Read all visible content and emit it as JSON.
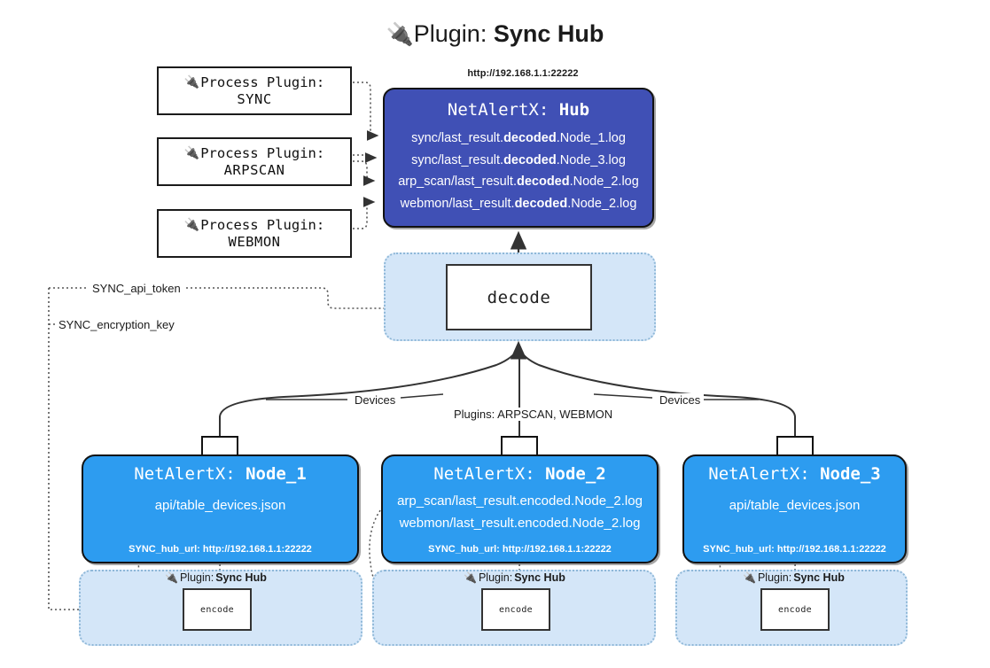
{
  "title": {
    "icon": "plug-icon",
    "lead": "Plugin: ",
    "strong": "Sync Hub"
  },
  "process_plugins": [
    {
      "icon": "plug-icon",
      "line1": "Process Plugin:",
      "line2": "SYNC"
    },
    {
      "icon": "plug-icon",
      "line1": "Process Plugin:",
      "line2": "ARPSCAN"
    },
    {
      "icon": "plug-icon",
      "line1": "Process Plugin:",
      "line2": "WEBMON"
    }
  ],
  "hub": {
    "url": "http://192.168.1.1:22222",
    "prefix": "NetAlertX: ",
    "name": "Hub",
    "rows": [
      {
        "pre": "sync/last_result.",
        "mid": "decoded",
        "post": ".Node_1.log"
      },
      {
        "pre": "sync/last_result.",
        "mid": "decoded",
        "post": ".Node_3.log"
      },
      {
        "pre": "arp_scan/last_result.",
        "mid": "decoded",
        "post": ".Node_2.log"
      },
      {
        "pre": "webmon/last_result.",
        "mid": "decoded",
        "post": ".Node_2.log"
      }
    ]
  },
  "decode": {
    "label": "decode"
  },
  "edge_labels": {
    "devices_left": "Devices",
    "devices_right": "Devices",
    "plugins": "Plugins: ARPSCAN, WEBMON",
    "api_token": "SYNC_api_token",
    "encryption_key": "SYNC_encryption_key"
  },
  "nodes": [
    {
      "prefix": "NetAlertX: ",
      "name": "Node_1",
      "lines": [
        "api/table_devices.json"
      ],
      "footer": "SYNC_hub_url: http://192.168.1.1:22222",
      "mail_icon": "envelope-icon"
    },
    {
      "prefix": "NetAlertX: ",
      "name": "Node_2",
      "lines": [
        "arp_scan/last_result.encoded.Node_2.log",
        "webmon/last_result.encoded.Node_2.log"
      ],
      "footer": "SYNC_hub_url: http://192.168.1.1:22222",
      "mail_icon": "envelope-icon"
    },
    {
      "prefix": "NetAlertX: ",
      "name": "Node_3",
      "lines": [
        "api/table_devices.json"
      ],
      "footer": "SYNC_hub_url: http://192.168.1.1:22222",
      "mail_icon": "envelope-icon"
    }
  ],
  "zones": [
    {
      "icon": "plug-icon",
      "lead": "Plugin: ",
      "strong": "Sync Hub",
      "box": "encode"
    },
    {
      "icon": "plug-icon",
      "lead": "Plugin: ",
      "strong": "Sync Hub",
      "box": "encode"
    },
    {
      "icon": "plug-icon",
      "lead": "Plugin: ",
      "strong": "Sync Hub",
      "box": "encode"
    }
  ],
  "colors": {
    "hub": "#4050b5",
    "node": "#2d9cf0",
    "zone": "#d4e6f8",
    "zone_border": "#8fb8d8",
    "stroke": "#111111"
  }
}
